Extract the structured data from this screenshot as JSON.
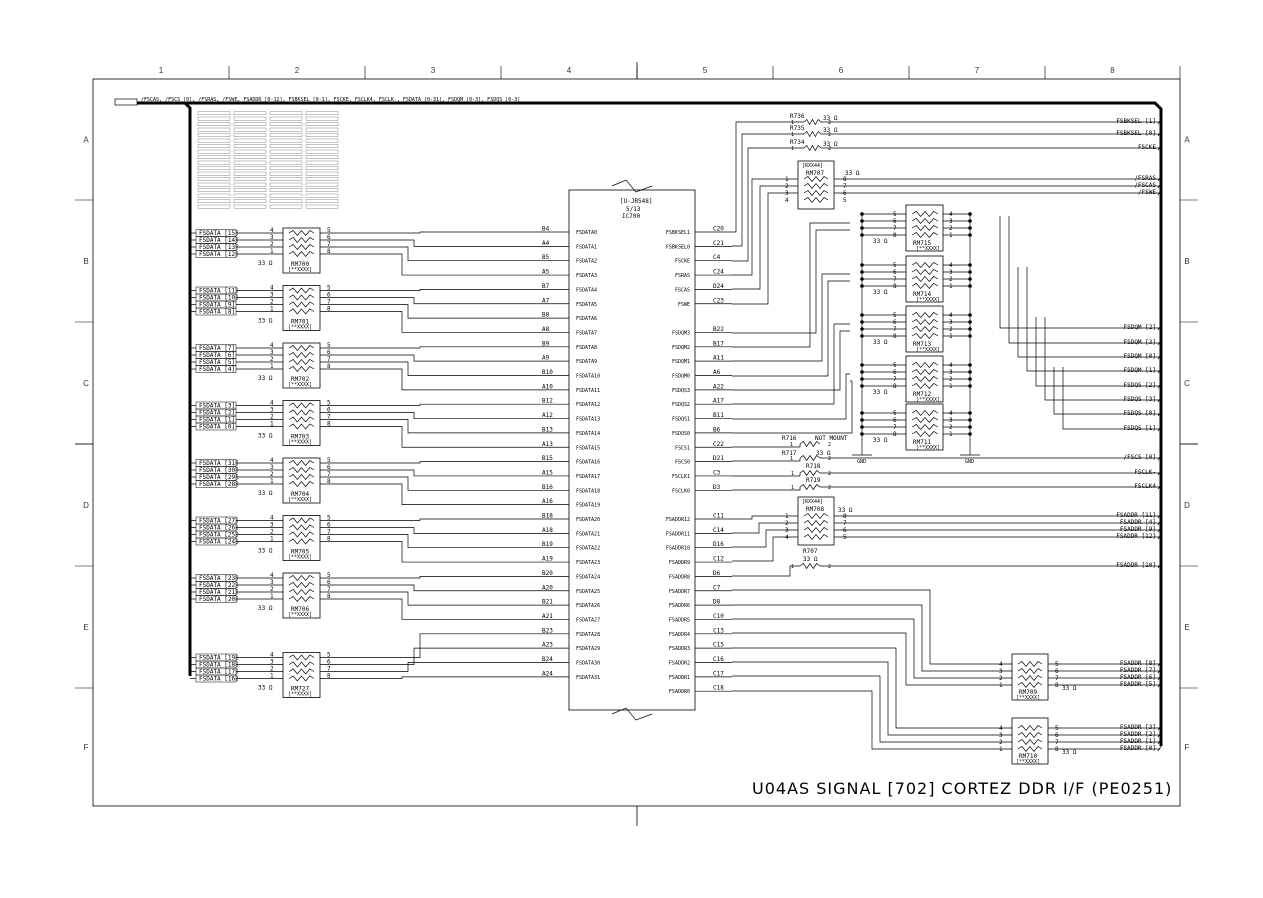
{
  "frame": {
    "columns": [
      "1",
      "2",
      "3",
      "4",
      "5",
      "6",
      "7",
      "8"
    ],
    "rows": [
      "A",
      "B",
      "C",
      "D",
      "E",
      "F"
    ]
  },
  "bus_label": "/FSCAS, /FSCS [0], /FSRAS, /FSWE, FSADDR [0-12], FSBKSEL [0-1], FSCKE, FSCLK4, FSCLK-, FSDATA [0-31], FSDQM [0-3], FSDQS [0-3]",
  "ic": {
    "ref": "IC700",
    "part": "[U-JR548]",
    "unit": "5/13",
    "left_pins": [
      {
        "pin": "B4",
        "name": "FSDATA0"
      },
      {
        "pin": "A4",
        "name": "FSDATA1"
      },
      {
        "pin": "B5",
        "name": "FSDATA2"
      },
      {
        "pin": "A5",
        "name": "FSDATA3"
      },
      {
        "pin": "B7",
        "name": "FSDATA4"
      },
      {
        "pin": "A7",
        "name": "FSDATA5"
      },
      {
        "pin": "B8",
        "name": "FSDATA6"
      },
      {
        "pin": "A8",
        "name": "FSDATA7"
      },
      {
        "pin": "B9",
        "name": "FSDATA8"
      },
      {
        "pin": "A9",
        "name": "FSDATA9"
      },
      {
        "pin": "B10",
        "name": "FSDATA10"
      },
      {
        "pin": "A10",
        "name": "FSDATA11"
      },
      {
        "pin": "B12",
        "name": "FSDATA12"
      },
      {
        "pin": "A12",
        "name": "FSDATA13"
      },
      {
        "pin": "B13",
        "name": "FSDATA14"
      },
      {
        "pin": "A13",
        "name": "FSDATA15"
      },
      {
        "pin": "B15",
        "name": "FSDATA16"
      },
      {
        "pin": "A15",
        "name": "FSDATA17"
      },
      {
        "pin": "B16",
        "name": "FSDATA18"
      },
      {
        "pin": "A16",
        "name": "FSDATA19"
      },
      {
        "pin": "B18",
        "name": "FSDATA20"
      },
      {
        "pin": "A18",
        "name": "FSDATA21"
      },
      {
        "pin": "B19",
        "name": "FSDATA22"
      },
      {
        "pin": "A19",
        "name": "FSDATA23"
      },
      {
        "pin": "B20",
        "name": "FSDATA24"
      },
      {
        "pin": "A20",
        "name": "FSDATA25"
      },
      {
        "pin": "B21",
        "name": "FSDATA26"
      },
      {
        "pin": "A21",
        "name": "FSDATA27"
      },
      {
        "pin": "B23",
        "name": "FSDATA28"
      },
      {
        "pin": "A23",
        "name": "FSDATA29"
      },
      {
        "pin": "B24",
        "name": "FSDATA30"
      },
      {
        "pin": "A24",
        "name": "FSDATA31"
      }
    ],
    "right_pins": [
      {
        "pin": "C20",
        "name": "FSBKSEL1"
      },
      {
        "pin": "C21",
        "name": "FSBKSEL0"
      },
      {
        "pin": "C4",
        "name": "FSCKE"
      },
      {
        "pin": "C24",
        "name": "FSRAS"
      },
      {
        "pin": "D24",
        "name": "FSCAS"
      },
      {
        "pin": "C23",
        "name": "FSWE"
      },
      {
        "pin": "",
        "name": ""
      },
      {
        "pin": "B22",
        "name": "FSDQM3"
      },
      {
        "pin": "B17",
        "name": "FSDQM2"
      },
      {
        "pin": "A11",
        "name": "FSDQM1"
      },
      {
        "pin": "A6",
        "name": "FSDQM0"
      },
      {
        "pin": "A22",
        "name": "FSDQS3"
      },
      {
        "pin": "A17",
        "name": "FSDQS2"
      },
      {
        "pin": "B11",
        "name": "FSDQS1"
      },
      {
        "pin": "B6",
        "name": "FSDQS0"
      },
      {
        "pin": "C22",
        "name": "FSCS1"
      },
      {
        "pin": "D21",
        "name": "FSCS0"
      },
      {
        "pin": "C3",
        "name": "FSCLK1"
      },
      {
        "pin": "D3",
        "name": "FSCLK0"
      },
      {
        "pin": "",
        "name": ""
      },
      {
        "pin": "C11",
        "name": "FSADDR12"
      },
      {
        "pin": "C14",
        "name": "FSADDR11"
      },
      {
        "pin": "D16",
        "name": "FSADDR10"
      },
      {
        "pin": "C12",
        "name": "FSADDR9"
      },
      {
        "pin": "D6",
        "name": "FSADDR8"
      },
      {
        "pin": "C7",
        "name": "FSADDR7"
      },
      {
        "pin": "D8",
        "name": "FSADDR6"
      },
      {
        "pin": "C10",
        "name": "FSADDR5"
      },
      {
        "pin": "C13",
        "name": "FSADDR4"
      },
      {
        "pin": "C15",
        "name": "FSADDR3"
      },
      {
        "pin": "C16",
        "name": "FSADDR2"
      },
      {
        "pin": "C17",
        "name": "FSADDR1"
      },
      {
        "pin": "C18",
        "name": "FSADDR0"
      }
    ]
  },
  "data_arrays": [
    {
      "ref": "RM700",
      "type": "[**XXXX]",
      "value": "33 Ω",
      "nets": [
        "FSDATA [15]",
        "FSDATA [14]",
        "FSDATA [13]",
        "FSDATA [12]"
      ]
    },
    {
      "ref": "RM701",
      "type": "[**XXXX]",
      "value": "33 Ω",
      "nets": [
        "FSDATA [11]",
        "FSDATA [10]",
        "FSDATA [9]",
        "FSDATA [8]"
      ]
    },
    {
      "ref": "RM702",
      "type": "[**XXXX]",
      "value": "33 Ω",
      "nets": [
        "FSDATA [7]",
        "FSDATA [6]",
        "FSDATA [5]",
        "FSDATA [4]"
      ]
    },
    {
      "ref": "RM703",
      "type": "[**XXXX]",
      "value": "33 Ω",
      "nets": [
        "FSDATA [3]",
        "FSDATA [2]",
        "FSDATA [1]",
        "FSDATA [0]"
      ]
    },
    {
      "ref": "RM704",
      "type": "[**XXXX]",
      "value": "33 Ω",
      "nets": [
        "FSDATA [31]",
        "FSDATA [30]",
        "FSDATA [29]",
        "FSDATA [28]"
      ]
    },
    {
      "ref": "RM705",
      "type": "[**XXXX]",
      "value": "33 Ω",
      "nets": [
        "FSDATA [27]",
        "FSDATA [26]",
        "FSDATA [25]",
        "FSDATA [24]"
      ]
    },
    {
      "ref": "RM706",
      "type": "[**XXXX]",
      "value": "33 Ω",
      "nets": [
        "FSDATA [23]",
        "FSDATA [22]",
        "FSDATA [21]",
        "FSDATA [20]"
      ]
    },
    {
      "ref": "RM727",
      "type": "[**XXXX]",
      "value": "33 Ω",
      "nets": [
        "FSDATA [19]",
        "FSDATA [18]",
        "FSDATA [17]",
        "FSDATA [16]"
      ]
    }
  ],
  "right_nets": {
    "bksel1": "FSBKSEL [1]",
    "bksel0": "FSBKSEL [0]",
    "cke": "FSCKE",
    "ras": "/FSRAS",
    "cas": "/FSCAS",
    "we": "/FSWE",
    "dqm2": "FSDQM [2]",
    "dqm3": "FSDQM [3]",
    "dqm0": "FSDQM [0]",
    "dqm1": "FSDQM [1]",
    "dqs2": "FSDQS [2]",
    "dqs3": "FSDQS [3]",
    "dqs0": "FSDQS [0]",
    "dqs1": "FSDQS [1]",
    "cs0": "/FSCS [0]",
    "clkn": "FSCLK-",
    "clk4": "FSCLK4",
    "a11": "FSADDR [11]",
    "a4": "FSADDR [4]",
    "a9": "FSADDR [9]",
    "a12": "FSADDR [12]",
    "a10": "FSADDR [10]",
    "a8": "FSADDR [8]",
    "a7": "FSADDR [7]",
    "a6": "FSADDR [6]",
    "a5": "FSADDR [5]",
    "a3": "FSADDR [3]",
    "a2": "FSADDR [2]",
    "a1": "FSADDR [1]",
    "a0": "FSADDR [0]"
  },
  "parts": {
    "r736": "R736",
    "r735": "R735",
    "r734": "R734",
    "r716": "R716",
    "r717": "R717",
    "r718": "R718",
    "r719": "R719",
    "r707": "R707",
    "rm707": "RM707",
    "rm708": "RM708",
    "rm709": "RM709",
    "rm710": "RM710",
    "rm711": "RM711",
    "rm712": "RM712",
    "rm713": "RM713",
    "rm714": "RM714",
    "rm715": "RM715",
    "ohm": "33 Ω",
    "not_mount": "NOT MOUNT",
    "gnd": "GND",
    "rtype": "[**XXXX]",
    "rtype2": "[RXX44]"
  },
  "title_block": "U04AS SIGNAL [702] CORTEZ DDR I/F (PE0251)"
}
